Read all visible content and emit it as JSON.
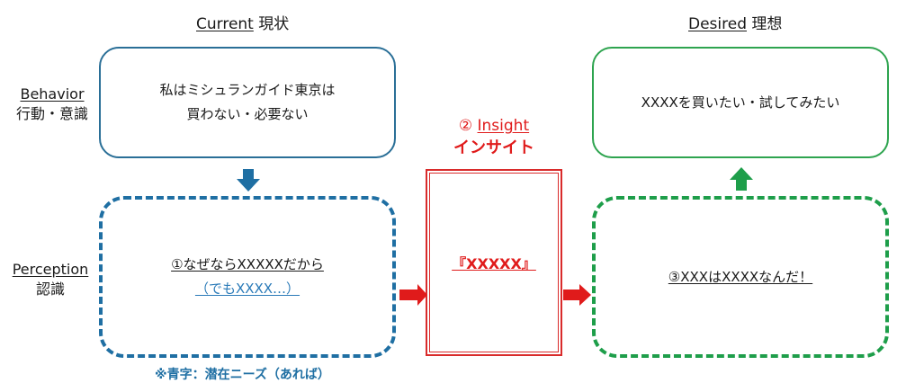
{
  "columns": {
    "current": {
      "en": "Current",
      "ja": "現状"
    },
    "desired": {
      "en": "Desired",
      "ja": "理想"
    }
  },
  "rows": {
    "behavior": {
      "en": "Behavior",
      "ja": "行動・意識"
    },
    "perception": {
      "en": "Perception",
      "ja": "認識"
    }
  },
  "current_behavior": {
    "line1": "私はミシュランガイド東京は",
    "line2": "買わない・必要ない"
  },
  "current_perception": {
    "line1": "①なぜならXXXXXだから",
    "line2": "（でもXXXX…）"
  },
  "insight": {
    "number": "②",
    "en": "Insight",
    "ja": "インサイト",
    "text": "『XXXXX』"
  },
  "desired_behavior": {
    "text": "XXXXを買いたい・試してみたい"
  },
  "desired_perception": {
    "text": "③XXXはXXXXなんだ！"
  },
  "note": "※青字：潜在ニーズ（あれば）",
  "colors": {
    "blue": "#1f6fa3",
    "green": "#1e9e4a",
    "red": "#e01b1b"
  },
  "icons": [
    "arrow-down-icon",
    "arrow-up-icon",
    "arrow-right-icon"
  ]
}
